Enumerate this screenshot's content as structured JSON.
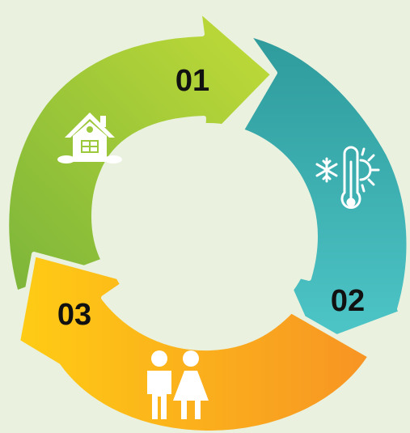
{
  "cycle": {
    "background_color": "#eaf2df",
    "steps": [
      {
        "number": "01",
        "icon": "house-icon",
        "color_start": "#8cbf3a",
        "color_end": "#b8d93a"
      },
      {
        "number": "02",
        "icon": "thermometer-snowflake-sun-icon",
        "color_start": "#2f9c9c",
        "color_end": "#4cc6c6"
      },
      {
        "number": "03",
        "icon": "man-woman-icon",
        "color_start": "#f7a223",
        "color_end": "#ffd11e"
      }
    ]
  }
}
